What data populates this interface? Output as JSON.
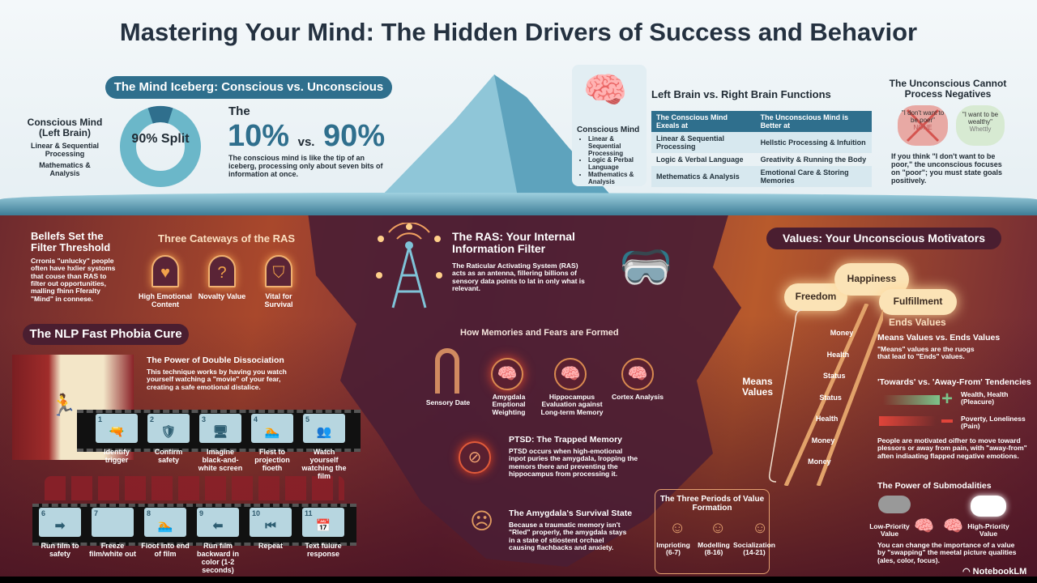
{
  "title": "Mastering Your Mind: The Hidden Drivers of Success and Behavior",
  "iceberg": {
    "header": "The Mind Iceberg: Conscious vs. Unconscious",
    "left_title": "Conscious Mind (Left Brain)",
    "left_items": [
      "Linear & Sequential Processing",
      "Mathematics & Analysis"
    ],
    "donut_label": "90% Split",
    "donut_conscious_percent": 10,
    "the": "The",
    "big_a": "10%",
    "vs": "vs.",
    "big_b": "90%",
    "desc": "The conscious mind is like the tip of an iceberg, processing only about seven bits of information at once.",
    "colors": {
      "light": "#6bb7c9",
      "dark": "#2f6f8d"
    }
  },
  "brain": {
    "caption": "Conscious Mind",
    "items": [
      "Linear & Sequential Processing",
      "Logic & Perbal Language",
      "Mathematics & Analysis"
    ]
  },
  "lr": {
    "title": "Left Brain vs. Right Brain Functions",
    "headers": [
      "The Conscious Mind Exeals at",
      "The Unconscious Mind is Better at"
    ],
    "rows": [
      [
        "Linear & Sequential Processing",
        "Hellstic Processing & Infuition"
      ],
      [
        "Logic & Verbal Language",
        "Greativity & Running the Body"
      ],
      [
        "Methematics & Analysis",
        "Emotional Care & Storing Memories"
      ]
    ]
  },
  "neg": {
    "title": "The Unconscious Cannot Process Negatives",
    "bubble_bad": "\"I don't want to be poer\"",
    "bubble_bad_sub": "NONE",
    "bubble_good": "\"I want to be wealthy\"",
    "bubble_good_sub": "Whettly",
    "desc": "If you think \"I don't want to be poor,\" the unconscious focuses on \"poor\"; you must state goals positively."
  },
  "beliefs": {
    "title": "Bellefs Set the Filter Threshold",
    "desc": "Crronis \"unlucky\" people often have hxlier systoms that couse than RAS to filter out opportunities, malling fhinn Fferalty \"Mind\" in connese."
  },
  "gateways": {
    "title": "Three Cateways of the RAS",
    "items": [
      "High Emotional Content",
      "Novalty Value",
      "Vital for Survival"
    ]
  },
  "ras": {
    "title": "The RAS: Your Internal Information Filter",
    "desc": "The Raticular Activating System (RAS) acts as an antenna, fillering billions of sensory data points to lat in only what is relevant."
  },
  "phobia": {
    "header": "The NLP Fast Phobia Cure",
    "sub": "The Power of Double Dissociation",
    "desc": "This technique works by having you watch yourself watching a \"movie\" of your fear, creating a safe emotional distalice.",
    "steps": [
      {
        "n": "1",
        "label": "Identify trigger",
        "icon": "🔫"
      },
      {
        "n": "2",
        "label": "Confirm safety",
        "icon": "🛡"
      },
      {
        "n": "3",
        "label": "Imagine black-and-white screen",
        "icon": "🖥"
      },
      {
        "n": "4",
        "label": "Flest to projection fioeth",
        "icon": "🏊"
      },
      {
        "n": "5",
        "label": "Watch yourself watching the film",
        "icon": "👥"
      },
      {
        "n": "6",
        "label": "Run film to safety",
        "icon": "➡"
      },
      {
        "n": "7",
        "label": "Freeze film/white out",
        "icon": ""
      },
      {
        "n": "8",
        "label": "Floot into end of film",
        "icon": "🏊"
      },
      {
        "n": "9",
        "label": "Run film backward in color (1-2 seconds)",
        "icon": "⬅"
      },
      {
        "n": "10",
        "label": "Repeat",
        "icon": "⏮"
      },
      {
        "n": "11",
        "label": "Text fulure response",
        "icon": "📅"
      }
    ]
  },
  "memories": {
    "title": "How Memories and Fears are Formed",
    "items": [
      "Sensory Date",
      "Amygdala Emptional Weighting",
      "Hippocampus Evaluation against Long-term Memory",
      "Cortex Analysis"
    ]
  },
  "ptsd": {
    "title": "PTSD: The Trapped Memory",
    "desc": "PTSD occurs when high-emotional inpot puries the amygdala, lropping the memors there and preventing the hippocampus from processing it."
  },
  "survival": {
    "title": "The Amygdala's Survival State",
    "desc": "Because a traumatic memory isn't \"Rled\" properly, the amygdala stays in a state of stiostent orchael causing flachbacks and anxiety."
  },
  "values": {
    "header": "Values: Your Unconscious Motivators",
    "clouds": [
      "Freedom",
      "Happiness",
      "Fulfillment"
    ],
    "ends": "Ends Values",
    "means": "Means Values",
    "rungs": [
      "Money",
      "Health",
      "Status",
      "Status",
      "Health",
      "Money",
      "Money"
    ],
    "mve_title": "Means Values vs. Ends Values",
    "mve_desc": "\"Means\" values are the ruogs that lead to \"Ends\" values."
  },
  "tend": {
    "title": "'Towards' vs. 'Away-From' Tendencies",
    "toward": "Wealth, Health (Pleacure)",
    "away": "Poverty, Loneliness (Pain)",
    "desc": "People are motivated oifher to move toward plessors or away from pain, with \"away-from\" aften indiaating flapped negative emotions.",
    "colors": {
      "toward": "#7cc48a",
      "away": "#e0443a"
    }
  },
  "periods": {
    "title": "The Three Periods of Value Formation",
    "items": [
      {
        "name": "Imprioting",
        "ages": "(6-7)"
      },
      {
        "name": "Modelling",
        "ages": "(8-16)"
      },
      {
        "name": "Socialization",
        "ages": "(14-21)"
      }
    ]
  },
  "sub": {
    "title": "The Power of Submodalities",
    "low": "Low-Priority Value",
    "high": "High-Priority Value",
    "desc": "You can change the importance of a value by \"swapping\" the meetal picture qualities (ales, color, focus)."
  },
  "brand": "NotebookLM"
}
